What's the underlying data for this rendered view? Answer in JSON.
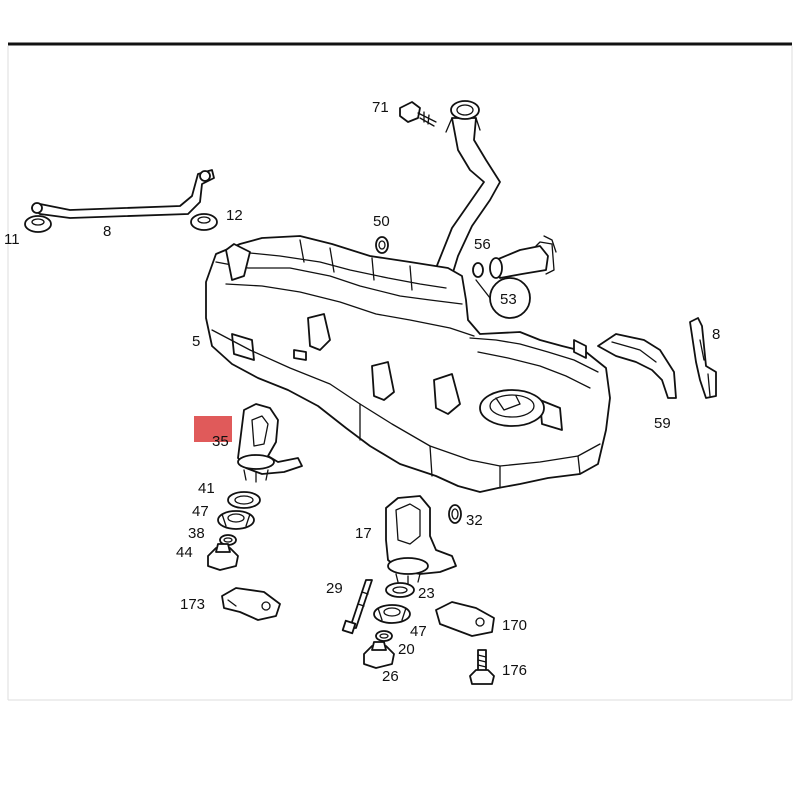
{
  "diagram": {
    "highlight_color": "#e05a5a",
    "line_color": "#111111",
    "labels": {
      "p71": "71",
      "p11": "11",
      "p8a": "8",
      "p12": "12",
      "p50": "50",
      "p56": "56",
      "p53": "53",
      "p5": "5",
      "p8b": "8",
      "p59": "59",
      "p35": "35",
      "p41": "41",
      "p47a": "47",
      "p38": "38",
      "p44": "44",
      "p173": "173",
      "p32": "32",
      "p17": "17",
      "p29": "29",
      "p23": "23",
      "p47b": "47",
      "p20": "20",
      "p26": "26",
      "p170": "170",
      "p176": "176"
    }
  }
}
